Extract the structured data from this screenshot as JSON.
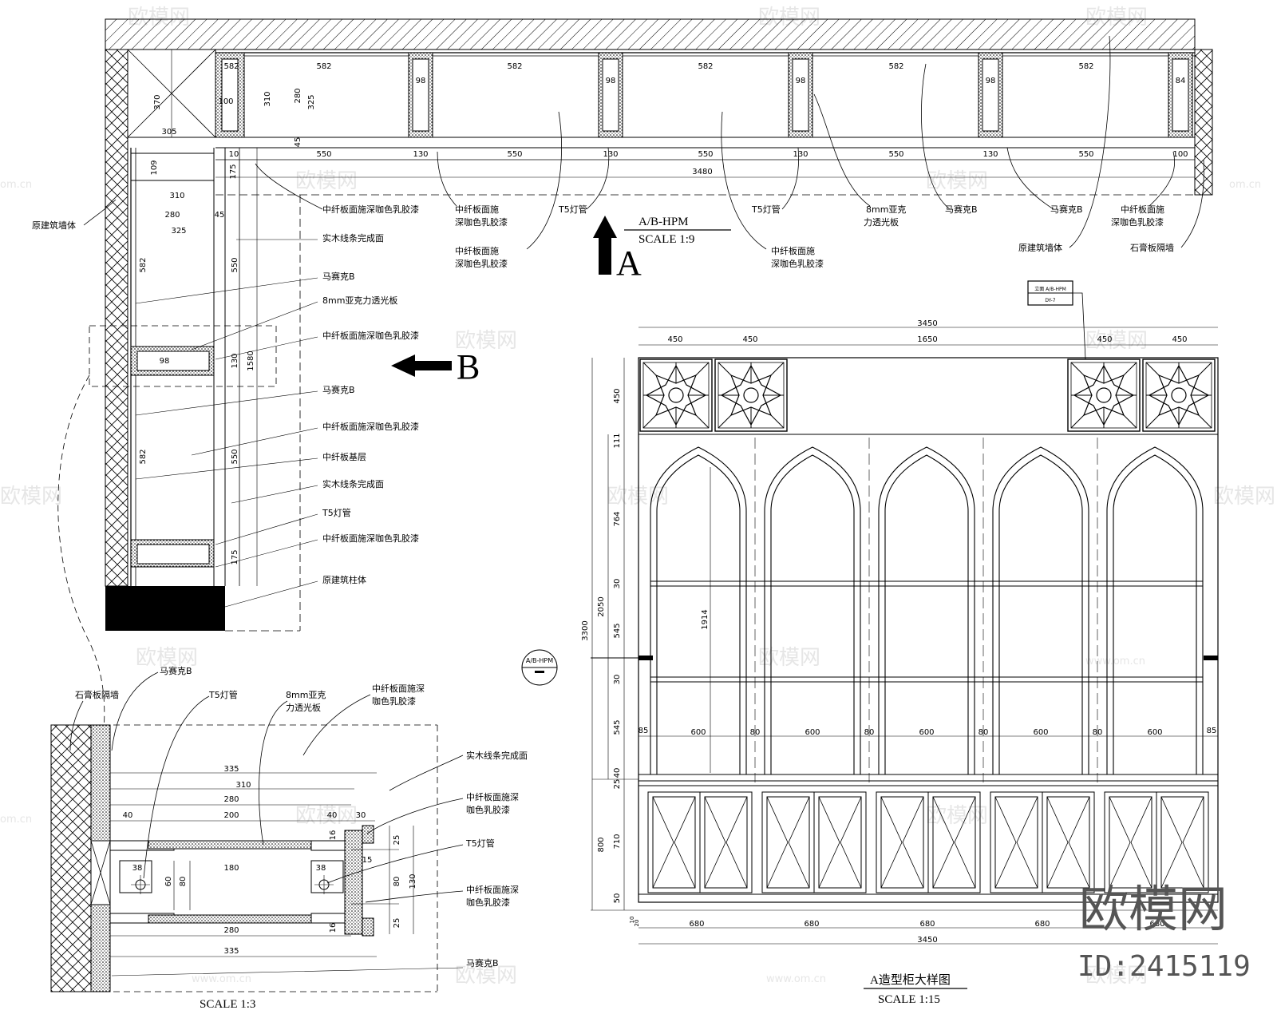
{
  "watermark": {
    "brand": "欧模网",
    "url": "www.om.cn",
    "short": "om.cn"
  },
  "corner": {
    "logo": "欧模网",
    "id": "ID:2415119"
  },
  "plan": {
    "title": "A/B-HPM",
    "scale": "SCALE  1:9",
    "arrow_a": "A",
    "arrow_b": "B",
    "top_dims": {
      "w1": "582",
      "w2": "582",
      "w3": "582",
      "w4": "582",
      "w5": "582",
      "w6": "582",
      "p1": "98",
      "p2": "98",
      "p3": "98",
      "p4": "98",
      "p5": "84",
      "r1": "550",
      "r2": "550",
      "r3": "550",
      "r4": "550",
      "r5": "550",
      "c1": "130",
      "c2": "130",
      "c3": "130",
      "c4": "130",
      "c5": "130",
      "e1": "10",
      "e2": "100",
      "total": "3480",
      "d370": "370",
      "d305": "305",
      "d100": "100",
      "d310": "310",
      "d280": "280",
      "d325": "325",
      "d45": "45",
      "d175": "175"
    },
    "left_dims": {
      "d109": "109",
      "d310": "310",
      "d280": "280",
      "d45": "45",
      "d325": "325",
      "d582a": "582",
      "d550a": "550",
      "d98": "98",
      "d130": "130",
      "d1580": "1580",
      "d582b": "582",
      "d550b": "550",
      "d175": "175"
    },
    "top_labels": {
      "l1": "原建筑墙体",
      "l2": "中纤板面施深咖色乳胶漆",
      "l3": "中纤板面施",
      "l3b": "深咖色乳胶漆",
      "l4": "T5灯管",
      "l5": "中纤板面施",
      "l5b": "深咖色乳胶漆",
      "l6": "T5灯管",
      "l7": "8mm亚克",
      "l7b": "力透光板",
      "l8": "马赛克B",
      "l9": "马赛克B",
      "l10": "中纤板面施",
      "l10b": "深咖色乳胶漆",
      "l11": "中纤板面施",
      "l11b": "深咖色乳胶漆",
      "l12": "原建筑墙体",
      "l13": "石膏板隔墙"
    },
    "side_labels": {
      "s1": "实木线条完成面",
      "s2": "马赛克B",
      "s3": "8mm亚克力透光板",
      "s4": "中纤板面施深咖色乳胶漆",
      "s5": "马赛克B",
      "s6": "中纤板面施深咖色乳胶漆",
      "s7": "中纤板基层",
      "s8": "实木线条完成面",
      "s9": "T5灯管",
      "s10": "中纤板面施深咖色乳胶漆",
      "s11": "原建筑柱体"
    }
  },
  "detail": {
    "scale": "SCALE  1:3",
    "labels": {
      "l1": "马赛克B",
      "l2": "石膏板隔墙",
      "l3": "T5灯管",
      "l4": "8mm亚克",
      "l4b": "力透光板",
      "l5": "中纤板面施深",
      "l5b": "咖色乳胶漆",
      "l6": "实木线条完成面",
      "l7": "中纤板面施深",
      "l7b": "咖色乳胶漆",
      "l8": "T5灯管",
      "l9": "中纤板面施深",
      "l9b": "咖色乳胶漆",
      "l10": "马赛克B"
    },
    "dims": {
      "d335a": "335",
      "d310": "310",
      "d280a": "280",
      "d40a": "40",
      "d200": "200",
      "d40b": "40",
      "d30": "30",
      "d38a": "38",
      "d180": "180",
      "d38b": "38",
      "d60": "60",
      "d80a": "80",
      "d16a": "16",
      "d25a": "25",
      "d15": "15",
      "d80b": "80",
      "d130": "130",
      "d16b": "16",
      "d25b": "25",
      "d280b": "280",
      "d335b": "335"
    }
  },
  "elevation": {
    "title": "A造型柜大样图",
    "scale": "SCALE  1:15",
    "tag": "A/B-HPM",
    "box_tag_top": "立面 A/B-HPM",
    "box_tag_bot": "DY-7",
    "top_dims": {
      "total": "3450",
      "a": "450",
      "b": "450",
      "c": "1650",
      "d": "450",
      "e": "450"
    },
    "left_dims": {
      "h450": "450",
      "h111": "111",
      "h764": "764",
      "h30a": "30",
      "h545a": "545",
      "h30b": "30",
      "h545b": "545",
      "h40": "40",
      "h25": "25",
      "h710": "710",
      "h50": "50",
      "h3300": "3300",
      "h2050": "2050",
      "h1914": "1914",
      "h800": "800"
    },
    "mid_dims": {
      "m600a": "600",
      "m80a": "80",
      "m600b": "600",
      "m80b": "80",
      "m600c": "600",
      "m80c": "80",
      "m600d": "600",
      "m80d": "80",
      "m600e": "600",
      "m85a": "85",
      "m85b": "85"
    },
    "bot_dims": {
      "b1": "680",
      "b2": "680",
      "b3": "680",
      "b4": "680",
      "b5": "680",
      "total": "3450",
      "h10": "10",
      "h20": "20"
    }
  }
}
